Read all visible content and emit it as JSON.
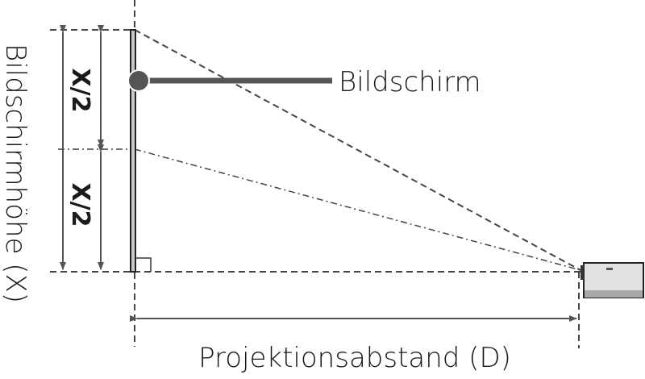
{
  "labels": {
    "screen": "Bildschirm",
    "screen_height": "Bildschirmhöhe (X)",
    "half_top": "X/2",
    "half_bottom": "X/2",
    "distance": "Projektionsabstand (D)"
  },
  "colors": {
    "line": "#444444",
    "projector_body": "#e2e2e2",
    "projector_base": "#a8a8a8"
  }
}
